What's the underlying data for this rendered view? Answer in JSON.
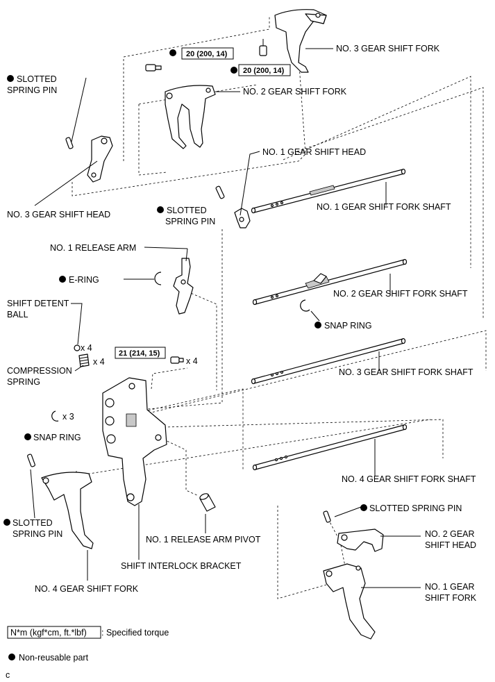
{
  "labels": {
    "no3_fork": "NO. 3 GEAR SHIFT FORK",
    "no2_fork": "NO. 2 GEAR SHIFT FORK",
    "torque_a": "20 (200, 14)",
    "torque_b": "20 (200, 14)",
    "torque_c": "21 (214, 15)",
    "slotted_pin_left_1": "SLOTTED",
    "slotted_pin_left_2": "SPRING PIN",
    "no3_head": "NO. 3 GEAR SHIFT HEAD",
    "no1_head": "NO. 1 GEAR SHIFT HEAD",
    "slotted_pin_mid_1": "SLOTTED",
    "slotted_pin_mid_2": "SPRING PIN",
    "no1_shaft": "NO. 1 GEAR SHIFT FORK SHAFT",
    "no1_release_arm": "NO. 1 RELEASE ARM",
    "e_ring": "E-RING",
    "no2_shaft": "NO. 2 GEAR SHIFT FORK SHAFT",
    "shift_detent_1": "SHIFT DETENT",
    "shift_detent_2": "BALL",
    "snap_ring_mid": "SNAP RING",
    "x4_ball": "x 4",
    "x4_spring": "x 4",
    "x4_bolt": "x 4",
    "compression_1": "COMPRESSION",
    "compression_2": "SPRING",
    "no3_shaft": "NO. 3 GEAR SHIFT FORK SHAFT",
    "x3": "x 3",
    "snap_ring_left": "SNAP RING",
    "no4_shaft": "NO. 4 GEAR SHIFT FORK SHAFT",
    "slotted_pin_right": "SLOTTED SPRING PIN",
    "slotted_pin_bl_1": "SLOTTED",
    "slotted_pin_bl_2": "SPRING PIN",
    "no2_head_1": "NO. 2 GEAR",
    "no2_head_2": "SHIFT HEAD",
    "release_pivot": "NO. 1 RELEASE ARM PIVOT",
    "interlock": "SHIFT INTERLOCK BRACKET",
    "no1_fork_1": "NO. 1 GEAR",
    "no1_fork_2": "SHIFT FORK",
    "no4_fork": "NO. 4 GEAR SHIFT FORK"
  },
  "legend": {
    "torque_unit": "N*m (kgf*cm, ft.*lbf)",
    "torque_text": ": Specified torque",
    "nonreusable": "Non-reusable part"
  },
  "corner_mark": "c"
}
